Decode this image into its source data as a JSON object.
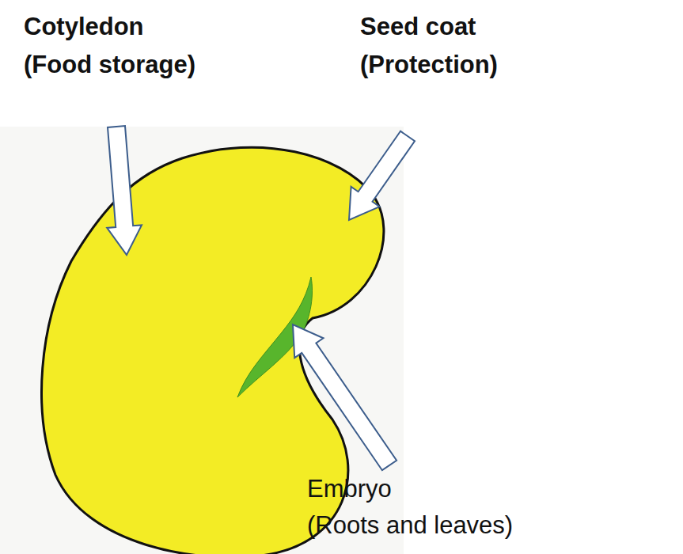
{
  "diagram": {
    "labels": [
      "Cotyledon",
      "(Food storage)",
      "Seed coat",
      "(Protection)",
      "Embryo",
      "(Roots and leaves)"
    ]
  }
}
